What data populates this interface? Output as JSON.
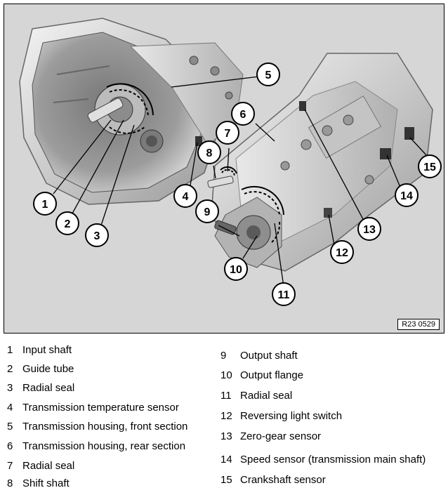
{
  "figure": {
    "code": "R23 0529",
    "callouts": [
      "1",
      "2",
      "3",
      "4",
      "5",
      "6",
      "7",
      "8",
      "9",
      "10",
      "11",
      "12",
      "13",
      "14",
      "15"
    ]
  },
  "legend": [
    {
      "num": "1",
      "label": "Input shaft"
    },
    {
      "num": "2",
      "label": "Guide tube"
    },
    {
      "num": "3",
      "label": "Radial seal"
    },
    {
      "num": "4",
      "label": "Transmission temperature sensor"
    },
    {
      "num": "5",
      "label": "Transmission housing, front section"
    },
    {
      "num": "6",
      "label": "Transmission housing, rear section"
    },
    {
      "num": "7",
      "label": "Radial seal"
    },
    {
      "num": "8",
      "label": "Shift shaft"
    },
    {
      "num": "9",
      "label": "Output shaft"
    },
    {
      "num": "10",
      "label": "Output flange"
    },
    {
      "num": "11",
      "label": "Radial seal"
    },
    {
      "num": "12",
      "label": "Reversing light switch"
    },
    {
      "num": "13",
      "label": "Zero-gear sensor"
    },
    {
      "num": "14",
      "label": "Speed sensor  (transmission main shaft)"
    },
    {
      "num": "15",
      "label": "Crankshaft sensor"
    }
  ]
}
